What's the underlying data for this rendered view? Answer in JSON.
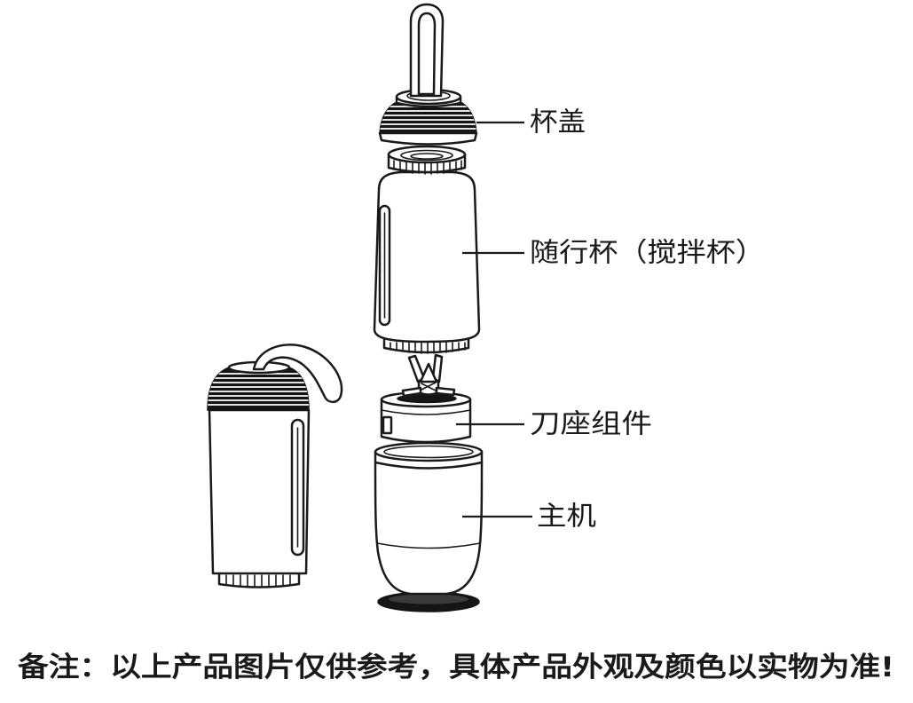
{
  "diagram": {
    "parts": {
      "cap": "杯盖",
      "cup": "随行杯（搅拌杯）",
      "blade_assembly": "刀座组件",
      "main_unit": "主机"
    }
  },
  "footer": {
    "note": "备注：以上产品图片仅供参考，具体产品外观及颜色以实物为准!"
  },
  "colors": {
    "line": "#1a1a1a",
    "background": "#ffffff",
    "dark_parts": "#151515"
  }
}
